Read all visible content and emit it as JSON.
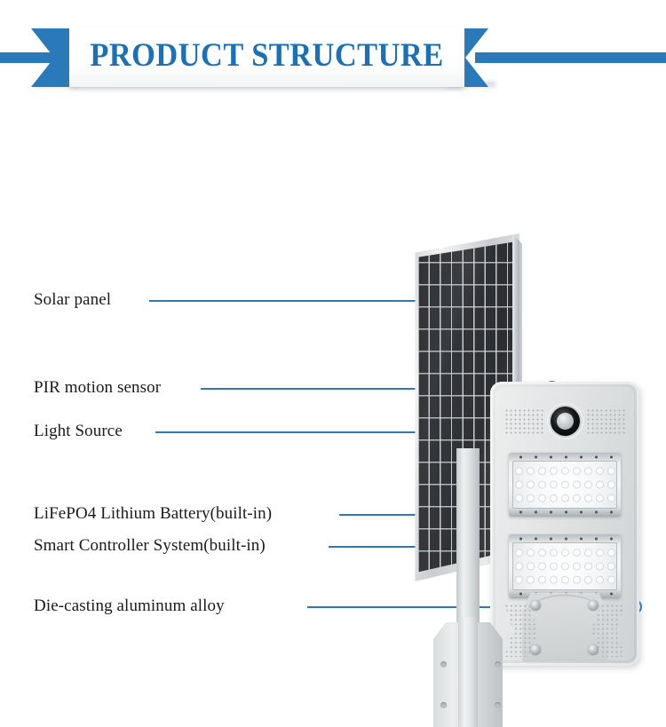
{
  "banner": {
    "title": "PRODUCT STRUCTURE",
    "accent_color": "#2a7ab9",
    "title_color": "#1c70b5",
    "panel_color": "#ffffff"
  },
  "diagram": {
    "subject": "all-in-one solar street light",
    "line_color": "#2a7ab9",
    "label_color": "#1a1a1a",
    "callouts": [
      {
        "id": "solar-panel",
        "label": "Solar panel"
      },
      {
        "id": "pir-motion-sensor",
        "label": "PIR motion sensor"
      },
      {
        "id": "light-source",
        "label": "Light Source"
      },
      {
        "id": "battery",
        "label": "LiFePO4 Lithium Battery(built-in)"
      },
      {
        "id": "controller",
        "label": "Smart Controller System(built-in)"
      },
      {
        "id": "housing",
        "label": "Die-casting aluminum alloy"
      }
    ]
  }
}
